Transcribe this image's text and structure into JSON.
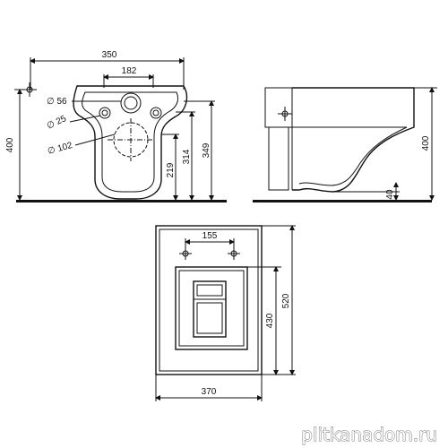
{
  "dimensions": {
    "front_width": "350",
    "front_bolt_spacing": "182",
    "dia_56": "∅ 56",
    "dia_25": "∅ 25",
    "dia_102": "∅ 102",
    "front_height": "400",
    "height_219": "219",
    "height_314": "314",
    "height_349": "349",
    "side_height": "400",
    "side_gap": "40",
    "frame_bolt_spacing": "155",
    "frame_height_430": "430",
    "frame_height_520": "520",
    "frame_width": "370"
  },
  "watermark": "plitkanadom.ru",
  "colors": {
    "line": "#111111",
    "background": "#ffffff",
    "floor": "#111111"
  }
}
